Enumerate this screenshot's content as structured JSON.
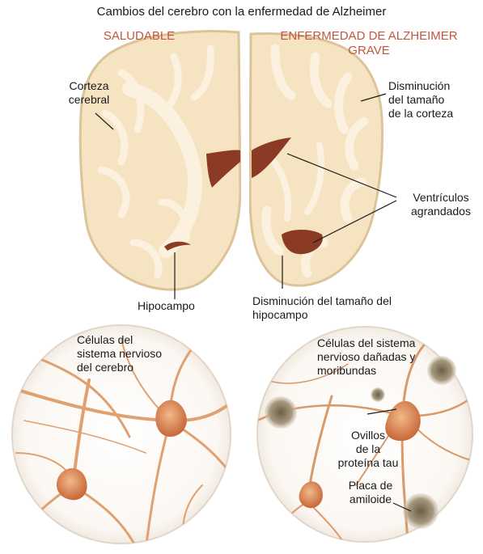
{
  "title": "Cambios del cerebro con la enfermedad de Alzheimer",
  "healthy": {
    "header": "SALUDABLE",
    "cortex_label": "Corteza\ncerebral",
    "hippocampus_label": "Hipocampo",
    "cells_label": "Células del\nsistema nervioso\ndel cerebro"
  },
  "severe": {
    "header": "ENFERMEDAD DE ALZHEIMER\nGRAVE",
    "cortex_label": "Disminución\ndel tamaño\nde la corteza",
    "ventricles_label": "Ventrículos\nagrandados",
    "hippocampus_label": "Disminución del tamaño del\nhipocampo",
    "cells_label": "Células del sistema\nnervioso dañadas y\nmoribundas",
    "tangles_label": "Ovillos\nde la\nproteína tau",
    "plaque_label": "Placa de\namiloide"
  },
  "colors": {
    "header": "#c0573e",
    "brain_fill": "#f6e3c2",
    "brain_outline": "#dcc39a",
    "white_matter": "#fbf1de",
    "ventricle": "#8b3a24",
    "neuron": "#d98a52",
    "plaque": "#9c8f78"
  }
}
